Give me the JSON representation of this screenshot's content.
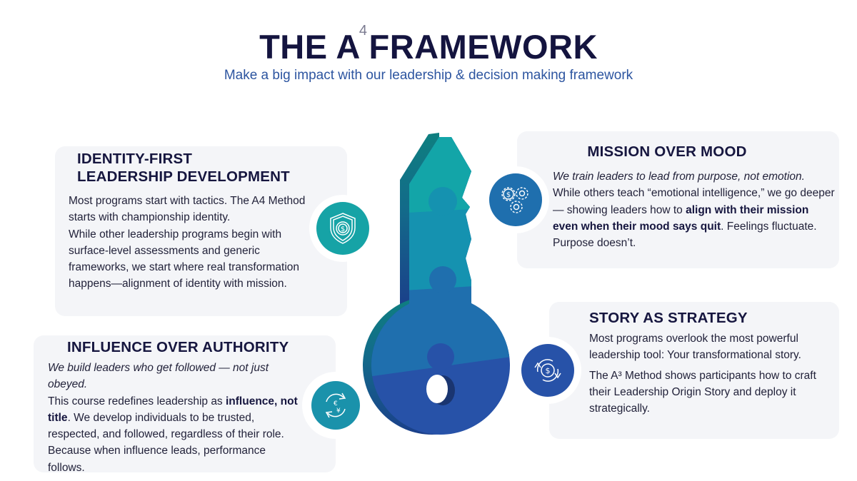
{
  "header": {
    "title_pre": "THE A",
    "title_sup": "4",
    "title_post": "FRAMEWORK",
    "subtitle": "Make a big impact with our leadership & decision making framework"
  },
  "colors": {
    "navy": "#16163f",
    "subtitle": "#2d55a0",
    "teal": "#13a5a8",
    "teal_blue": "#1592b0",
    "blue": "#1f6fae",
    "royal": "#2752a8",
    "panel_bg": "#f4f5f8"
  },
  "panels": {
    "identity": {
      "icon": "shield-dollar-icon",
      "title_line1": "IDENTITY-FIRST",
      "title_line2": "LEADERSHIP DEVELOPMENT",
      "p1": "Most programs start with tactics. The A4 Method starts with championship identity.",
      "p2": "While other leadership programs begin with surface-level assessments and generic frameworks, we start where real transformation happens—alignment of identity with mission."
    },
    "mission": {
      "icon": "gears-dollar-icon",
      "title": "MISSION OVER MOOD",
      "italic": "We train leaders to lead from purpose, not emotion.",
      "text_a": "While others teach “emotional intelligence,” we go deeper — showing leaders how to ",
      "bold": "align with their mission even when their mood says quit",
      "text_b": ". Feelings fluctuate. Purpose doesn’t."
    },
    "influence": {
      "icon": "currency-exchange-icon",
      "title": "INFLUENCE OVER AUTHORITY",
      "italic": "We build leaders who get followed — not just obeyed.",
      "text_a": "This course redefines leadership as ",
      "bold": "influence, not title",
      "text_b": ". We develop individuals to be trusted, respected, and followed, regardless of their role. Because when influence leads, performance follows."
    },
    "story": {
      "icon": "dollar-cycle-icon",
      "title": "STORY AS STRATEGY",
      "p1": "Most programs overlook the most powerful leadership tool: Your transformational story.",
      "p2": "The A³ Method shows participants how to craft their Leadership Origin Story and deploy it strategically."
    }
  }
}
